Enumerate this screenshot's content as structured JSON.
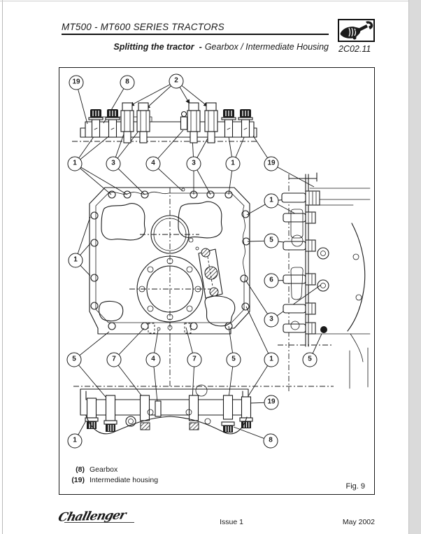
{
  "header": {
    "title": "MT500 - MT600 SERIES TRACTORS",
    "section_bold": "Splitting the tractor",
    "section_sep": "-",
    "section_rest": "Gearbox / Intermediate Housing",
    "page_code": "2C02.11",
    "logo_icon": "hand-holding-wrench-icon"
  },
  "figure": {
    "callouts": [
      {
        "label": "19"
      },
      {
        "label": "8"
      },
      {
        "label": "2"
      },
      {
        "label": "1"
      },
      {
        "label": "3"
      },
      {
        "label": "4"
      },
      {
        "label": "3"
      },
      {
        "label": "1"
      },
      {
        "label": "19"
      },
      {
        "label": "1"
      },
      {
        "label": "5"
      },
      {
        "label": "6"
      },
      {
        "label": "3"
      },
      {
        "label": "1"
      },
      {
        "label": "5"
      },
      {
        "label": "7"
      },
      {
        "label": "4"
      },
      {
        "label": "7"
      },
      {
        "label": "5"
      },
      {
        "label": "1"
      },
      {
        "label": "5"
      },
      {
        "label": "19"
      },
      {
        "label": "1"
      },
      {
        "label": "8"
      }
    ],
    "legend": [
      {
        "key": "(8)",
        "label": "Gearbox"
      },
      {
        "key": "(19)",
        "label": "Intermediate housing"
      }
    ],
    "figure_label": "Fig. 9"
  },
  "footer": {
    "brand": "Challenger",
    "issue": "Issue 1",
    "date": "May 2002"
  },
  "colors": {
    "ink": "#1a1a1a",
    "paper": "#ffffff",
    "scan_edge": "#dadada"
  }
}
